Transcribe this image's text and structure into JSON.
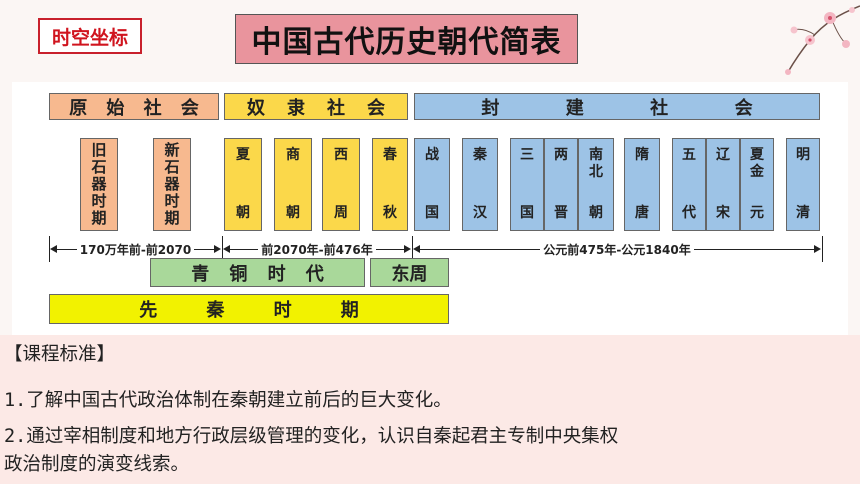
{
  "badge": "时空坐标",
  "title": "中国古代历史朝代简表",
  "eras": {
    "primitive": [
      "原",
      "始",
      "社",
      "会"
    ],
    "slave": [
      "奴",
      "隶",
      "社",
      "会"
    ],
    "feudal": [
      "封",
      "建",
      "社",
      "会"
    ]
  },
  "dynasties": [
    {
      "top": [
        "旧",
        "石",
        "器",
        "时",
        "期"
      ],
      "bottom": []
    },
    {
      "top": [
        "新",
        "石",
        "器",
        "时",
        "期"
      ],
      "bottom": []
    },
    {
      "top": [
        "夏"
      ],
      "bottom": [
        "朝"
      ]
    },
    {
      "top": [
        "商"
      ],
      "bottom": [
        "朝"
      ]
    },
    {
      "top": [
        "西"
      ],
      "bottom": [
        "周"
      ]
    },
    {
      "top": [
        "春"
      ],
      "bottom": [
        "秋"
      ]
    },
    {
      "top": [
        "战"
      ],
      "bottom": [
        "国"
      ]
    },
    {
      "top": [
        "秦"
      ],
      "bottom": [
        "汉"
      ]
    },
    {
      "top": [
        "三"
      ],
      "bottom": [
        "国"
      ]
    },
    {
      "top": [
        "两"
      ],
      "bottom": [
        "晋"
      ]
    },
    {
      "top": [
        "南",
        "北"
      ],
      "bottom": [
        "朝"
      ]
    },
    {
      "top": [
        "隋"
      ],
      "bottom": [
        "唐"
      ]
    },
    {
      "top": [
        "五"
      ],
      "bottom": [
        "代"
      ]
    },
    {
      "top": [
        "辽"
      ],
      "bottom": [
        "宋"
      ]
    },
    {
      "top": [
        "夏",
        "金"
      ],
      "bottom": [
        "元"
      ]
    },
    {
      "top": [
        "明"
      ],
      "bottom": [
        "清"
      ]
    }
  ],
  "timeline": {
    "seg1": "170万年前-前2070",
    "seg2": "前2070年-前476年",
    "seg3": "公元前475年-公元1840年"
  },
  "bronze_age": [
    "青",
    "铜",
    "时",
    "代"
  ],
  "eastern_zhou": "东周",
  "pre_qin": [
    "先",
    "秦",
    "时",
    "期"
  ],
  "standards": {
    "heading": "【课程标准】",
    "item1": "1.了解中国古代政治体制在秦朝建立前后的巨大变化。",
    "item2_line1": "2.通过宰相制度和地方行政层级管理的变化，认识自秦起君主专制中央集权",
    "item2_line2": "政治制度的演变线索。"
  }
}
